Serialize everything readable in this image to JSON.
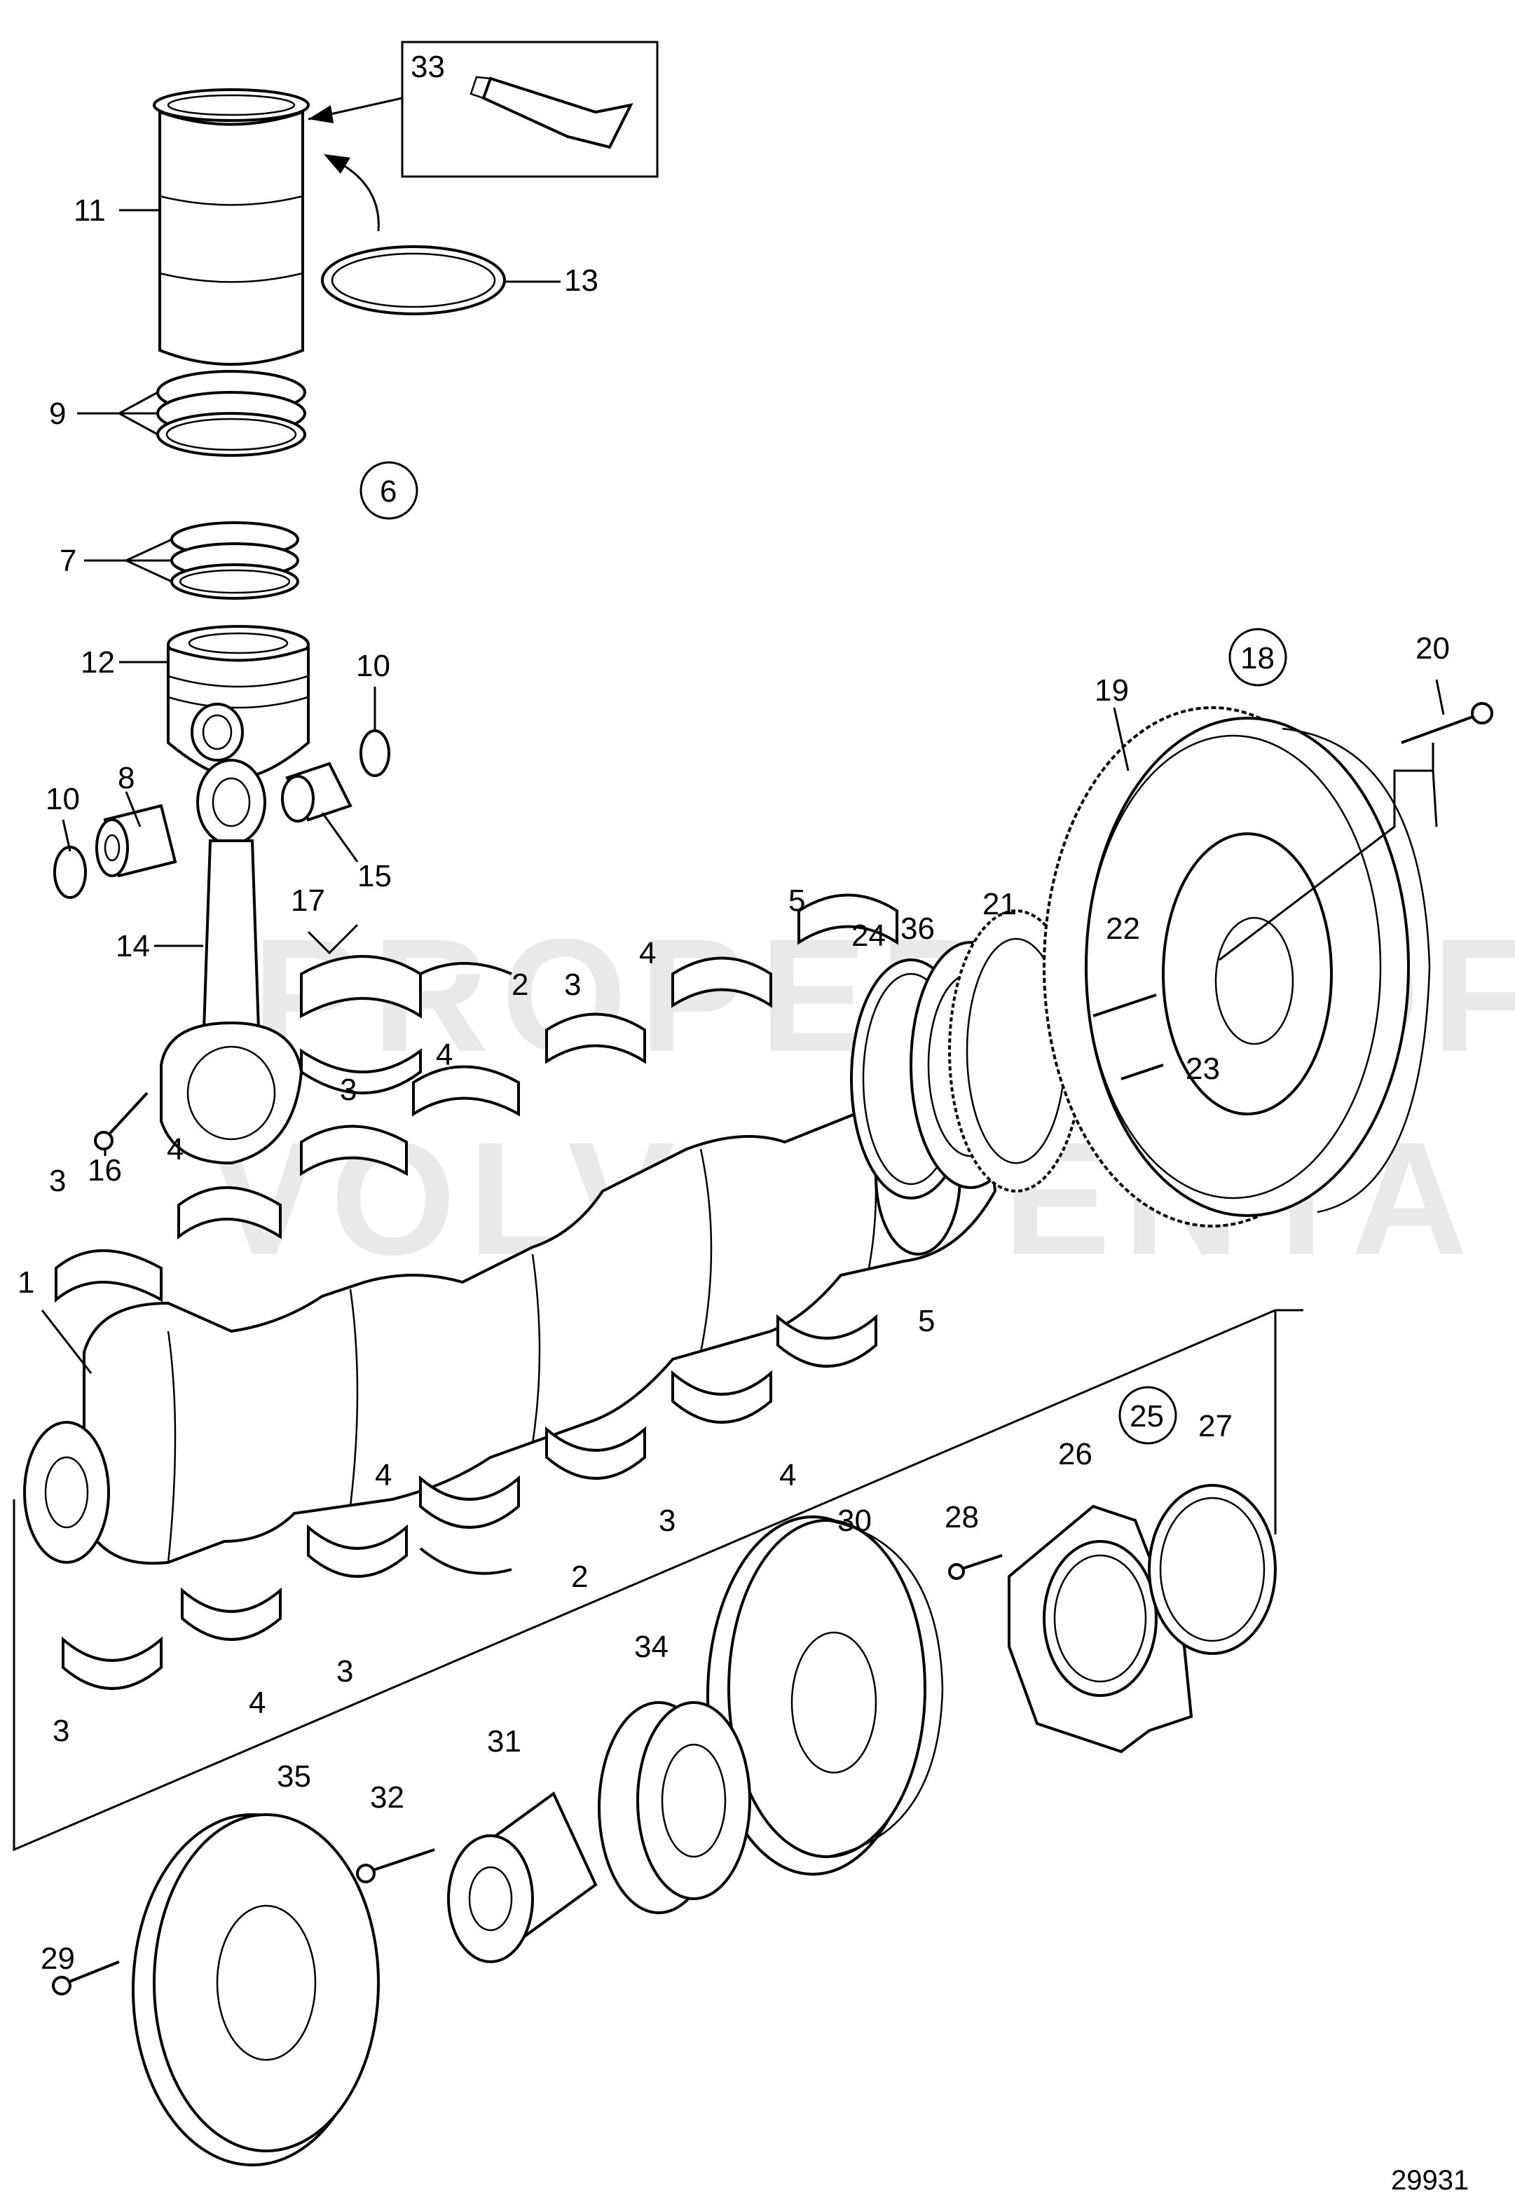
{
  "watermark": {
    "line1": "PROPERTY OF",
    "line2": "VOLVO PENTA"
  },
  "figure_number": "29931",
  "callouts": {
    "c1": "1",
    "c2a": "2",
    "c2b": "2",
    "c3a": "3",
    "c3b": "3",
    "c3c": "3",
    "c3d": "3",
    "c3e": "3",
    "c3f": "3",
    "c4a": "4",
    "c4b": "4",
    "c4c": "4",
    "c4d": "4",
    "c4e": "4",
    "c4f": "4",
    "c5a": "5",
    "c5b": "5",
    "c6": "6",
    "c7": "7",
    "c8": "8",
    "c9": "9",
    "c10a": "10",
    "c10b": "10",
    "c11": "11",
    "c12": "12",
    "c13": "13",
    "c14": "14",
    "c15": "15",
    "c16": "16",
    "c17": "17",
    "c18": "18",
    "c19": "19",
    "c20": "20",
    "c21": "21",
    "c22": "22",
    "c23": "23",
    "c24": "24",
    "c25": "25",
    "c26": "26",
    "c27": "27",
    "c28": "28",
    "c29": "29",
    "c30": "30",
    "c31": "31",
    "c32": "32",
    "c33": "33",
    "c34": "34",
    "c35": "35",
    "c36": "36"
  }
}
